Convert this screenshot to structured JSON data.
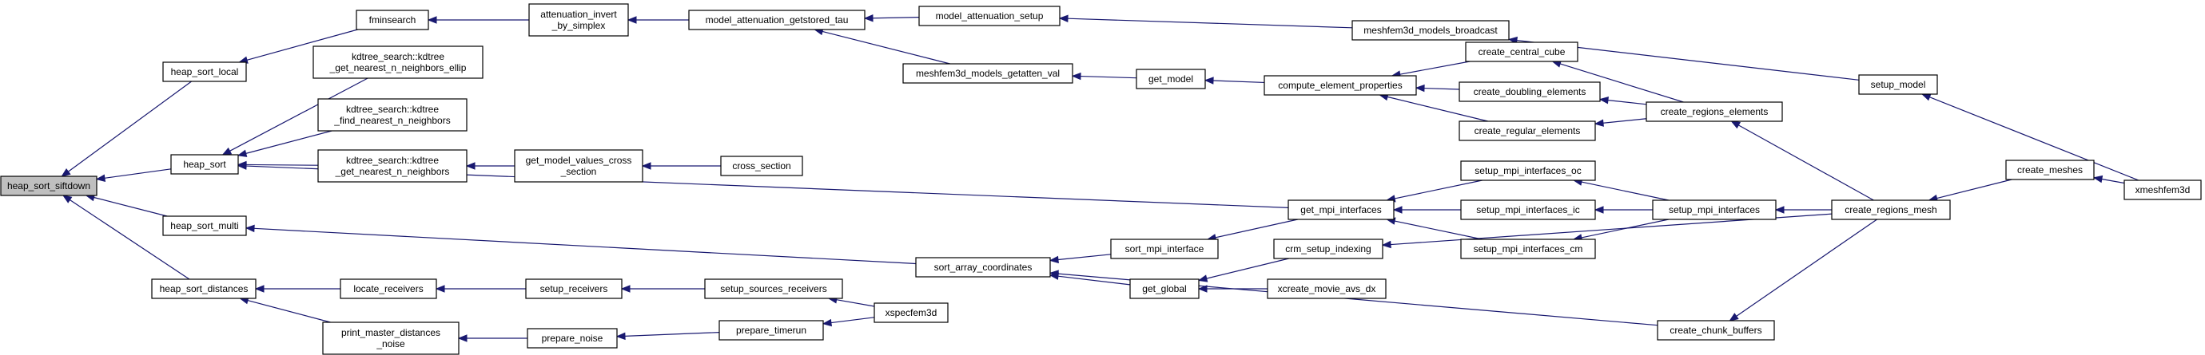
{
  "nodes": {
    "heap_sort_siftdown": [
      "heap_sort_siftdown"
    ],
    "heap_sort_local": [
      "heap_sort_local"
    ],
    "heap_sort": [
      "heap_sort"
    ],
    "heap_sort_multi": [
      "heap_sort_multi"
    ],
    "heap_sort_distances": [
      "heap_sort_distances"
    ],
    "fminsearch": [
      "fminsearch"
    ],
    "attenuation_invert_by_simplex": [
      "attenuation_invert",
      "_by_simplex"
    ],
    "model_attenuation_getstored_tau": [
      "model_attenuation_getstored_tau"
    ],
    "model_attenuation_setup": [
      "model_attenuation_setup"
    ],
    "meshfem3d_models_broadcast": [
      "meshfem3d_models_broadcast"
    ],
    "setup_model": [
      "setup_model"
    ],
    "xmeshfem3d": [
      "xmeshfem3d"
    ],
    "meshfem3d_models_getatten_val": [
      "meshfem3d_models_getatten_val"
    ],
    "get_model": [
      "get_model"
    ],
    "compute_element_properties": [
      "compute_element_properties"
    ],
    "create_central_cube": [
      "create_central_cube"
    ],
    "create_doubling_elements": [
      "create_doubling_elements"
    ],
    "create_regular_elements": [
      "create_regular_elements"
    ],
    "create_regions_elements": [
      "create_regions_elements"
    ],
    "create_regions_mesh": [
      "create_regions_mesh"
    ],
    "create_meshes": [
      "create_meshes"
    ],
    "kdtree_get_nearest_n_neighbors_ellip": [
      "kdtree_search::kdtree",
      "_get_nearest_n_neighbors_ellip"
    ],
    "kdtree_find_nearest_n_neighbors": [
      "kdtree_search::kdtree",
      "_find_nearest_n_neighbors"
    ],
    "kdtree_get_nearest_n_neighbors": [
      "kdtree_search::kdtree",
      "_get_nearest_n_neighbors"
    ],
    "get_model_values_cross_section": [
      "get_model_values_cross",
      "_section"
    ],
    "cross_section": [
      "cross_section"
    ],
    "get_mpi_interfaces": [
      "get_mpi_interfaces"
    ],
    "setup_mpi_interfaces_oc": [
      "setup_mpi_interfaces_oc"
    ],
    "setup_mpi_interfaces_ic": [
      "setup_mpi_interfaces_ic"
    ],
    "setup_mpi_interfaces_cm": [
      "setup_mpi_interfaces_cm"
    ],
    "setup_mpi_interfaces": [
      "setup_mpi_interfaces"
    ],
    "sort_mpi_interface": [
      "sort_mpi_interface"
    ],
    "sort_array_coordinates": [
      "sort_array_coordinates"
    ],
    "get_global": [
      "get_global"
    ],
    "crm_setup_indexing": [
      "crm_setup_indexing"
    ],
    "xcreate_movie_avs_dx": [
      "xcreate_movie_avs_dx"
    ],
    "create_chunk_buffers": [
      "create_chunk_buffers"
    ],
    "locate_receivers": [
      "locate_receivers"
    ],
    "setup_receivers": [
      "setup_receivers"
    ],
    "setup_sources_receivers": [
      "setup_sources_receivers"
    ],
    "xspecfem3d": [
      "xspecfem3d"
    ],
    "print_master_distances_noise": [
      "print_master_distances",
      "_noise"
    ],
    "prepare_noise": [
      "prepare_noise"
    ],
    "prepare_timerun": [
      "prepare_timerun"
    ]
  },
  "root_node": "heap_sort_siftdown",
  "edges": [
    [
      "heap_sort_siftdown",
      "heap_sort_local"
    ],
    [
      "heap_sort_siftdown",
      "heap_sort"
    ],
    [
      "heap_sort_siftdown",
      "heap_sort_multi"
    ],
    [
      "heap_sort_siftdown",
      "heap_sort_distances"
    ],
    [
      "heap_sort_local",
      "fminsearch"
    ],
    [
      "fminsearch",
      "attenuation_invert_by_simplex"
    ],
    [
      "attenuation_invert_by_simplex",
      "model_attenuation_getstored_tau"
    ],
    [
      "model_attenuation_getstored_tau",
      "model_attenuation_setup"
    ],
    [
      "model_attenuation_getstored_tau",
      "meshfem3d_models_getatten_val"
    ],
    [
      "model_attenuation_setup",
      "meshfem3d_models_broadcast"
    ],
    [
      "meshfem3d_models_broadcast",
      "setup_model"
    ],
    [
      "setup_model",
      "xmeshfem3d"
    ],
    [
      "meshfem3d_models_getatten_val",
      "get_model"
    ],
    [
      "get_model",
      "compute_element_properties"
    ],
    [
      "compute_element_properties",
      "create_central_cube"
    ],
    [
      "compute_element_properties",
      "create_doubling_elements"
    ],
    [
      "compute_element_properties",
      "create_regular_elements"
    ],
    [
      "create_central_cube",
      "create_regions_elements"
    ],
    [
      "create_doubling_elements",
      "create_regions_elements"
    ],
    [
      "create_regular_elements",
      "create_regions_elements"
    ],
    [
      "create_regions_elements",
      "create_regions_mesh"
    ],
    [
      "create_regions_mesh",
      "create_meshes"
    ],
    [
      "create_meshes",
      "xmeshfem3d"
    ],
    [
      "heap_sort",
      "kdtree_get_nearest_n_neighbors_ellip"
    ],
    [
      "heap_sort",
      "kdtree_find_nearest_n_neighbors"
    ],
    [
      "heap_sort",
      "kdtree_get_nearest_n_neighbors"
    ],
    [
      "heap_sort",
      "get_mpi_interfaces"
    ],
    [
      "kdtree_get_nearest_n_neighbors",
      "get_model_values_cross_section"
    ],
    [
      "get_model_values_cross_section",
      "cross_section"
    ],
    [
      "get_mpi_interfaces",
      "setup_mpi_interfaces_oc"
    ],
    [
      "get_mpi_interfaces",
      "setup_mpi_interfaces_ic"
    ],
    [
      "get_mpi_interfaces",
      "setup_mpi_interfaces_cm"
    ],
    [
      "setup_mpi_interfaces_oc",
      "setup_mpi_interfaces"
    ],
    [
      "setup_mpi_interfaces_ic",
      "setup_mpi_interfaces"
    ],
    [
      "setup_mpi_interfaces_cm",
      "setup_mpi_interfaces"
    ],
    [
      "setup_mpi_interfaces",
      "create_regions_mesh"
    ],
    [
      "heap_sort_multi",
      "sort_array_coordinates"
    ],
    [
      "sort_array_coordinates",
      "sort_mpi_interface"
    ],
    [
      "sort_array_coordinates",
      "get_global"
    ],
    [
      "sort_array_coordinates",
      "create_chunk_buffers"
    ],
    [
      "sort_mpi_interface",
      "get_mpi_interfaces"
    ],
    [
      "get_global",
      "crm_setup_indexing"
    ],
    [
      "get_global",
      "xcreate_movie_avs_dx"
    ],
    [
      "crm_setup_indexing",
      "create_regions_mesh"
    ],
    [
      "create_chunk_buffers",
      "create_regions_mesh"
    ],
    [
      "heap_sort_distances",
      "locate_receivers"
    ],
    [
      "heap_sort_distances",
      "print_master_distances_noise"
    ],
    [
      "locate_receivers",
      "setup_receivers"
    ],
    [
      "setup_receivers",
      "setup_sources_receivers"
    ],
    [
      "setup_sources_receivers",
      "xspecfem3d"
    ],
    [
      "print_master_distances_noise",
      "prepare_noise"
    ],
    [
      "prepare_noise",
      "prepare_timerun"
    ],
    [
      "prepare_timerun",
      "xspecfem3d"
    ]
  ],
  "colors": {
    "edge": "#191970",
    "node_border": "#000000",
    "node_fill": "#ffffff",
    "root_fill": "#bfbfbf",
    "text": "#000000",
    "background": "#ffffff"
  }
}
